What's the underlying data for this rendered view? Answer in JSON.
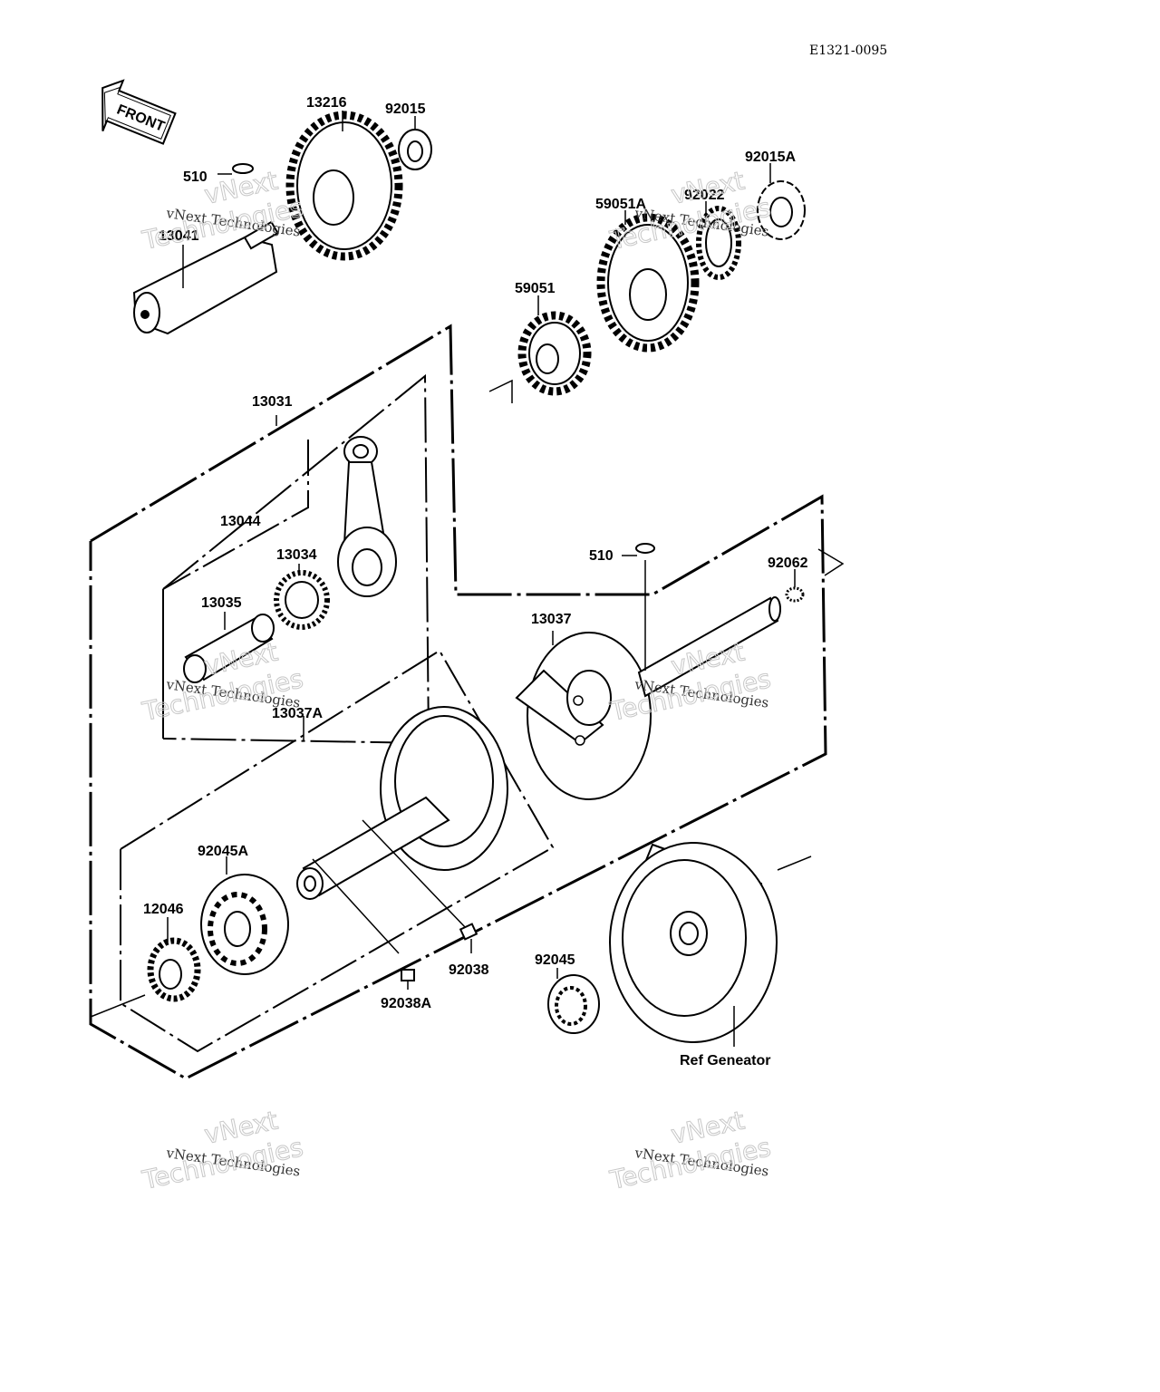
{
  "diagram_code": "E1321-0095",
  "front_label": "FRONT",
  "parts": [
    {
      "id": "13216"
    },
    {
      "id": "92015"
    },
    {
      "id": "510"
    },
    {
      "id": "13041"
    },
    {
      "id": "92015A"
    },
    {
      "id": "92022"
    },
    {
      "id": "59051A"
    },
    {
      "id": "59051"
    },
    {
      "id": "13031"
    },
    {
      "id": "13044"
    },
    {
      "id": "13034"
    },
    {
      "id": "13035"
    },
    {
      "id": "510"
    },
    {
      "id": "92062"
    },
    {
      "id": "13037"
    },
    {
      "id": "13037A"
    },
    {
      "id": "92045A"
    },
    {
      "id": "12046"
    },
    {
      "id": "92038"
    },
    {
      "id": "92038A"
    },
    {
      "id": "92045"
    },
    {
      "id": "Ref Geneator"
    }
  ],
  "watermark": {
    "line1": "vNext Technologies",
    "line2": "vNext",
    "line3": "Technologies"
  }
}
